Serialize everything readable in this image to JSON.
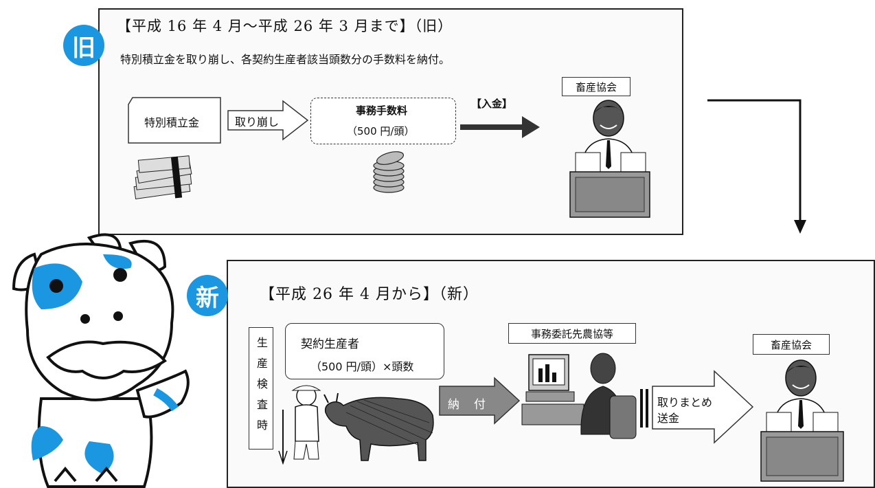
{
  "old": {
    "badge": "旧",
    "title": "【平成 16 年 4 月～平成 26 年 3 月まで】（旧）",
    "description": "特別積立金を取り崩し、各契約生産者該当頭数分の手数料を納付。",
    "fund_label": "特別積立金",
    "withdraw_label": "取り崩し",
    "fee_title": "事務手数料",
    "fee_rate": "（500 円/頭）",
    "payment_label": "【入金】",
    "association_label": "畜産協会"
  },
  "new": {
    "badge": "新",
    "title": "【平成 26 年 4 月から】（新）",
    "timing_label": "生産検査時",
    "producer_title": "契約生産者",
    "producer_rate": "（500 円/頭）×頭数",
    "pay_label": "納　付",
    "agent_label": "事務委託先農協等",
    "remit_line1": "取りまとめ",
    "remit_line2": "送金",
    "association_label": "畜産協会"
  },
  "colors": {
    "badge": "#1b96e0",
    "mascot_spot": "#1b96e0"
  },
  "icons": [
    "money-stack-icon",
    "coin-stack-icon",
    "office-worker-icon",
    "farmer-icon",
    "cow-icon",
    "computer-operator-icon",
    "mascot-cow-icon"
  ]
}
